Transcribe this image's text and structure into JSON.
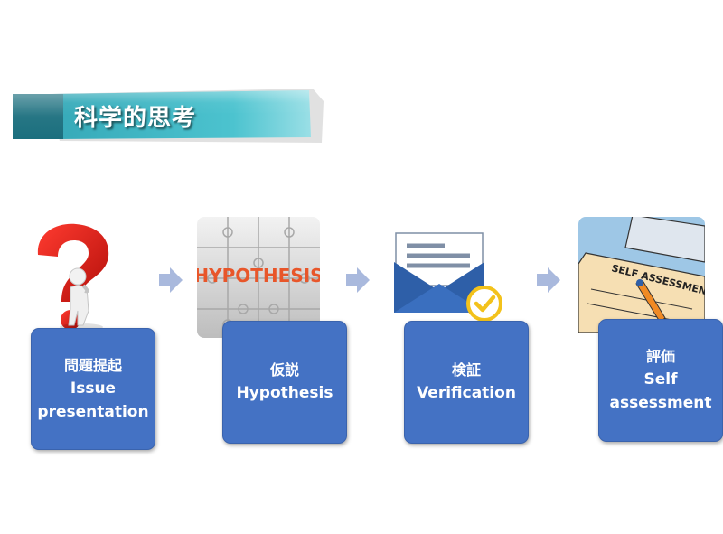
{
  "banner": {
    "title": "科学的思考"
  },
  "steps": [
    {
      "jp": "問題提起",
      "en_line1": "Issue",
      "en_line2": "presentation",
      "image": "question-mark-figure"
    },
    {
      "jp": "仮説",
      "en_line1": "Hypothesis",
      "en_line2": "",
      "image": "hypothesis-puzzle"
    },
    {
      "jp": "検証",
      "en_line1": "Verification",
      "en_line2": "",
      "image": "envelope-check"
    },
    {
      "jp": "評価",
      "en_line1": "Self",
      "en_line2": "assessment",
      "image": "self-assessment-form"
    }
  ],
  "images": {
    "puzzle_word": "HYPOTHESIS",
    "form_text": "SELF ASSESSMENT"
  },
  "colors": {
    "card": "#4472c4",
    "banner_teal": "#1b6f7e",
    "banner_light": "#3fb9c8",
    "arrow": "#a9b9dd"
  }
}
